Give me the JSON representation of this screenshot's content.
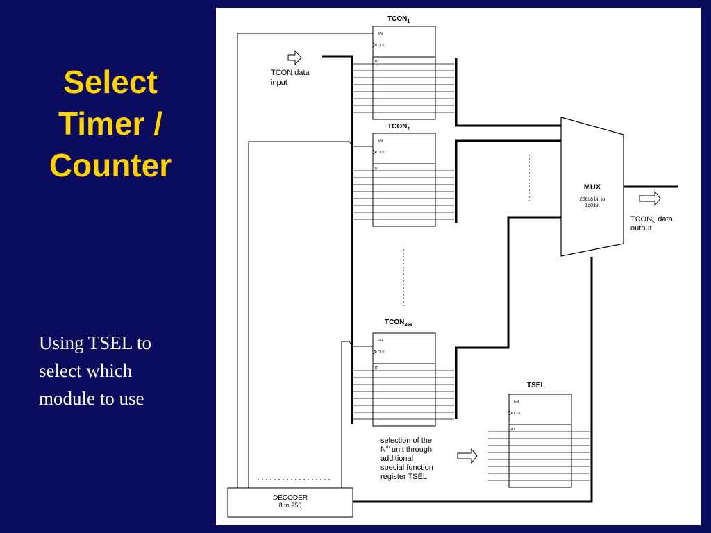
{
  "slide": {
    "title_lines": [
      "Select",
      "Timer /",
      "Counter"
    ],
    "body_lines": [
      "Using TSEL to",
      "select which",
      "module to use"
    ]
  },
  "diagram": {
    "registers": {
      "tcon1": {
        "name": "TCON",
        "sub": "1"
      },
      "tcon2": {
        "name": "TCON",
        "sub": "2"
      },
      "tcon256": {
        "name": "TCON",
        "sub": "256"
      },
      "tsel": {
        "name": "TSEL"
      }
    },
    "pin_labels": {
      "en": "EN",
      "clk": "CLK",
      "d": "1D"
    },
    "tcon_input_label": [
      "TCON data",
      "input"
    ],
    "mux": {
      "label": "MUX",
      "desc": [
        "256x8 bit to",
        "1x8 bit"
      ]
    },
    "tcon_output_label": {
      "name": "TCON",
      "sub": "N",
      "rest": " data",
      "line2": "output"
    },
    "selection_note": {
      "line1": "selection of  the",
      "line2_pre": "N",
      "line2_sup": "th",
      "line2_post": " unit through",
      "line3": "additional",
      "line4": "special function",
      "line5": "register TSEL"
    },
    "decoder": {
      "label": "DECODER",
      "range": "8 to 256"
    }
  }
}
